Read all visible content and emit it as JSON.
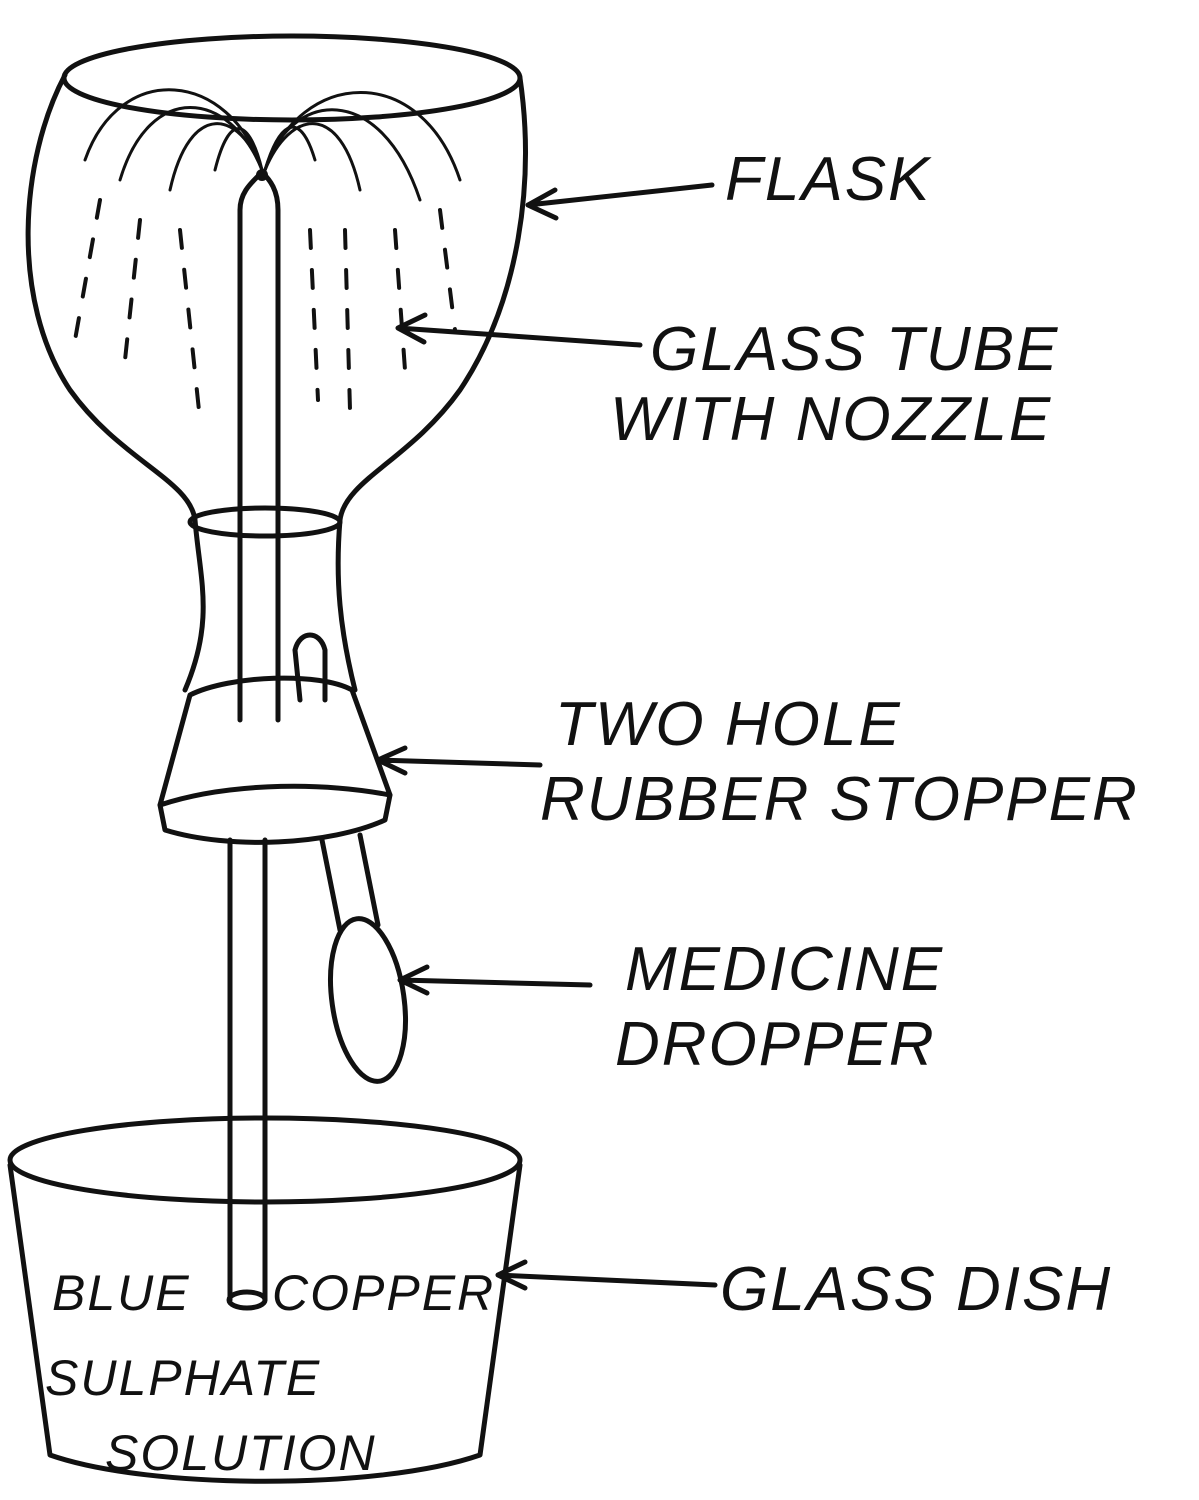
{
  "labels": {
    "flask": "FLASK",
    "glass_tube_1": "GLASS TUBE",
    "glass_tube_2": "WITH NOZZLE",
    "stopper_1": "TWO HOLE",
    "stopper_2": "RUBBER STOPPER",
    "dropper_1": "MEDICINE",
    "dropper_2": "DROPPER",
    "dish": "GLASS DISH"
  },
  "solution_text": {
    "line1a": "BLUE",
    "line1b": "COPPER",
    "line2": "SULPHATE",
    "line3": "SOLUTION"
  },
  "colors": {
    "ink": "#111111",
    "paper": "#ffffff"
  }
}
